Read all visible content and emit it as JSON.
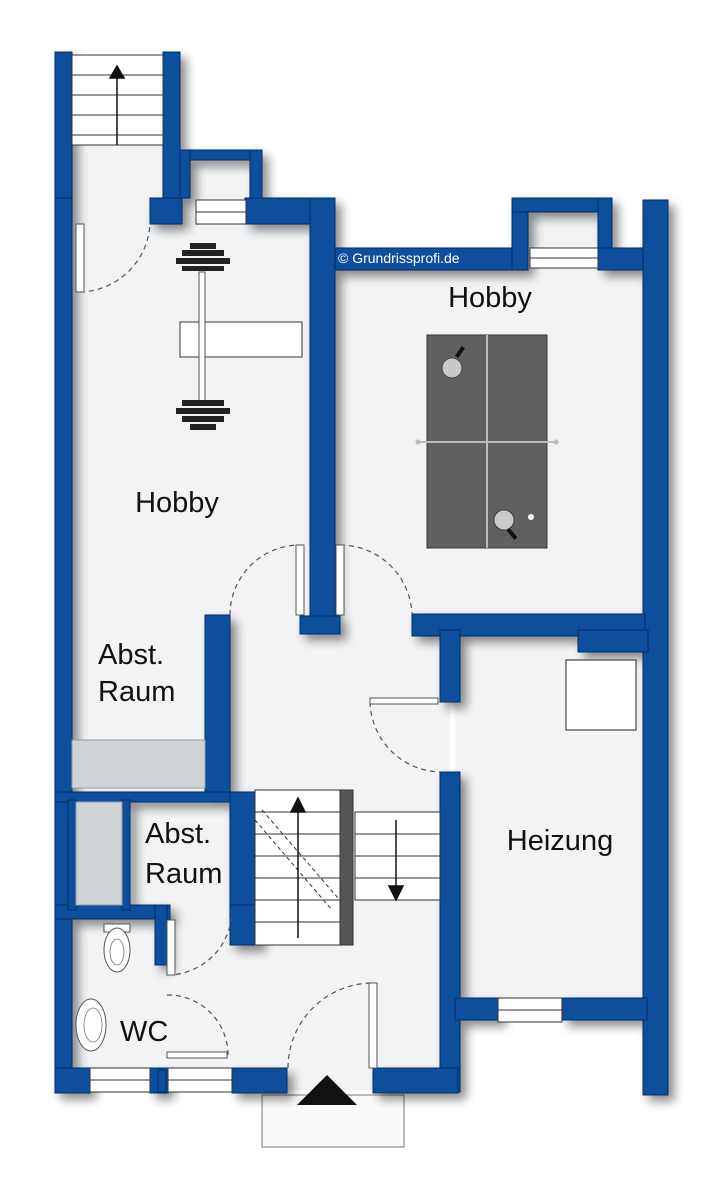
{
  "copyright": "© Grundrissprofi.de",
  "rooms": {
    "hobby_right": "Hobby",
    "hobby_left": "Hobby",
    "abstellraum_upper": [
      "Abst.",
      "Raum"
    ],
    "abstellraum_lower": [
      "Abst.",
      "Raum"
    ],
    "heizung": "Heizung",
    "wc": "WC"
  },
  "colors": {
    "wall": "#0a4f9c",
    "wall_shadow": "#7a7f87",
    "floor": "#f3f4f5",
    "table": "#5f6062",
    "storage": "#cfd3d6"
  },
  "icons": [
    "stair-up-arrow-icon",
    "stair-down-arrow-icon",
    "entrance-triangle-icon",
    "dumbbell-icon",
    "table-tennis-table-icon",
    "toilet-icon",
    "washbasin-icon"
  ]
}
